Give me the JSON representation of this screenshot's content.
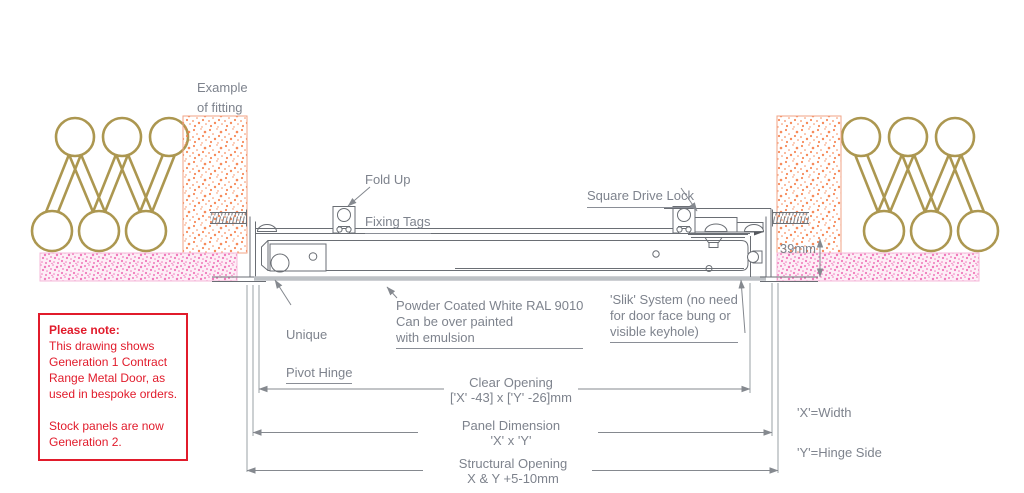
{
  "colors": {
    "accent_red": "#e11b2b",
    "insulation_gold": "#ac9750",
    "masonry_speckle_orange": "#f57e49",
    "plaster_speckle_pink": "#ee64b0",
    "drawing_line_gray": "#6a6e74",
    "label_gray": "#7e838d"
  },
  "diagram": {
    "labels": {
      "example_of_fitting": "Example\nof fitting",
      "fold_up": "Fold Up",
      "fixing_tags": "Fixing Tags",
      "square_drive_lock": "Square Drive Lock",
      "frame_depth": "39mm",
      "unique": "Unique",
      "pivot_hinge": "Pivot Hinge",
      "powder_coated": "Powder Coated White RAL 9010\nCan be over painted\nwith emulsion",
      "slik_system": "'Slik' System (no need\nfor door face bung or\nvisible keyhole)",
      "x_definition": "'X'=Width",
      "y_definition": "'Y'=Hinge Side"
    },
    "dimensions": {
      "clear_opening": {
        "title": "Clear Opening",
        "formula": "['X' -43] x ['Y' -26]mm"
      },
      "panel_dimension": {
        "title": "Panel Dimension",
        "formula": "'X' x 'Y'"
      },
      "structural_opening": {
        "title": "Structural Opening",
        "formula": "X & Y +5-10mm"
      }
    }
  },
  "note": {
    "heading": "Please note:",
    "paragraph1": "This drawing shows\nGeneration 1 Contract\nRange Metal Door, as\nused in bespoke orders.",
    "paragraph2": "Stock panels are now\nGeneration 2."
  }
}
